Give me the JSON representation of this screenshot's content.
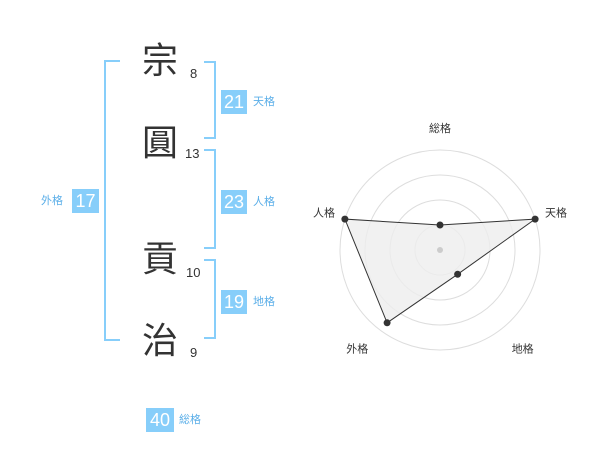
{
  "name": {
    "chars": [
      {
        "char": "宗",
        "strokes": "8"
      },
      {
        "char": "圓",
        "strokes": "13"
      },
      {
        "char": "貢",
        "strokes": "10"
      },
      {
        "char": "治",
        "strokes": "9"
      }
    ]
  },
  "fortunes": {
    "tenkaku": {
      "value": "21",
      "label": "天格"
    },
    "jinkaku": {
      "value": "23",
      "label": "人格"
    },
    "chikaku": {
      "value": "19",
      "label": "地格"
    },
    "gaikaku": {
      "value": "17",
      "label": "外格"
    },
    "soukaku": {
      "value": "40",
      "label": "総格"
    }
  },
  "colors": {
    "accent": "#87CEFA",
    "bracket": "#87CEFA",
    "label": "#5aaee8",
    "text": "#333333",
    "grid": "#dddddd",
    "polygon_fill": "#eeeeee"
  },
  "chart_data": {
    "type": "radar",
    "axes": [
      "総格",
      "天格",
      "地格",
      "外格",
      "人格"
    ],
    "values": [
      0.25,
      1.0,
      0.3,
      0.9,
      1.0
    ],
    "rings": 4,
    "range": [
      0,
      1
    ]
  }
}
